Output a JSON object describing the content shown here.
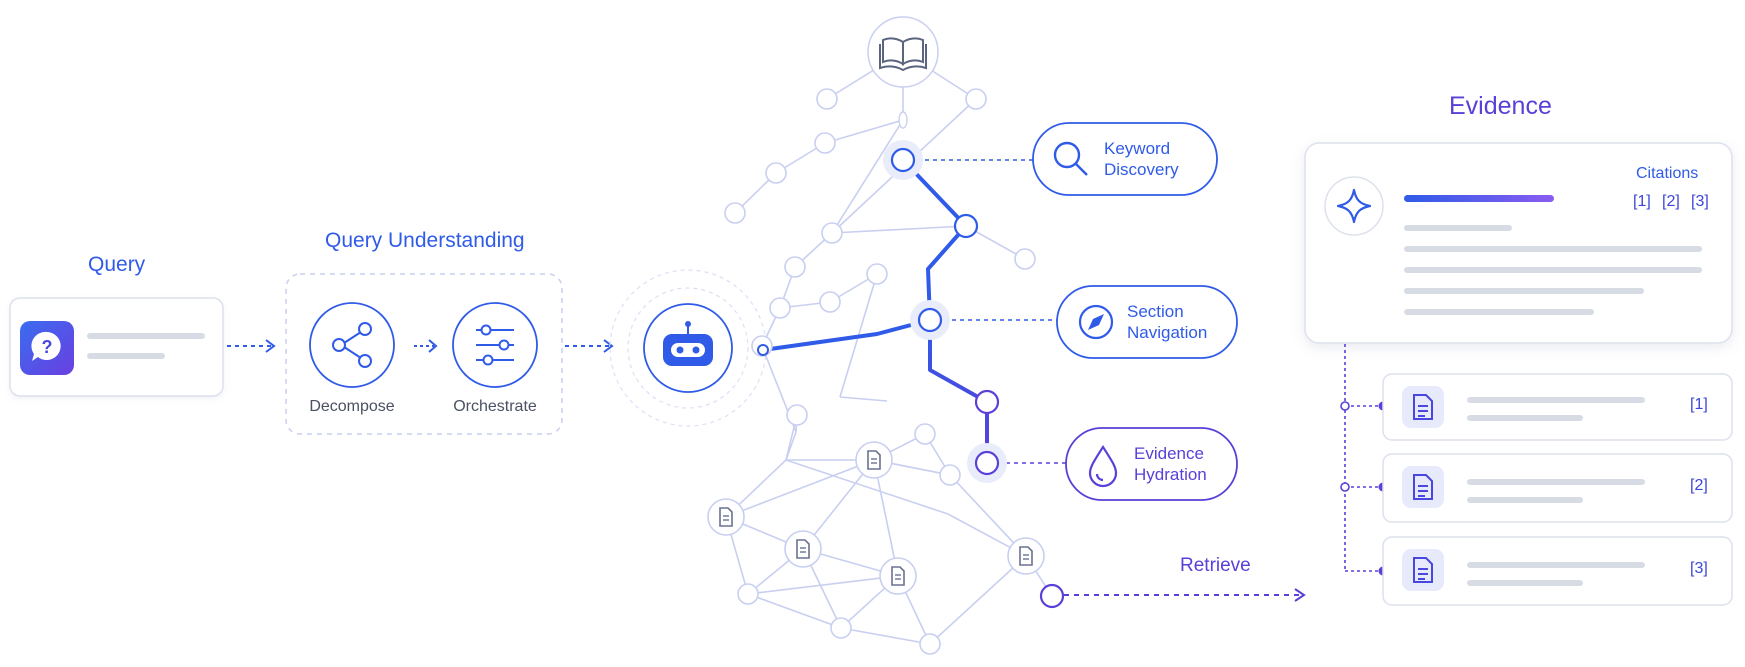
{
  "colors": {
    "blue": "#2f5be8",
    "purple": "#5a3fd8",
    "graph_light": "#c9cff0",
    "card_border": "#dde1ec",
    "placeholder_gray": "#d7dbe4"
  },
  "query": {
    "title": "Query",
    "icon": "question-chat-icon"
  },
  "understanding": {
    "title": "Query Understanding",
    "decompose_label": "Decompose",
    "orchestrate_label": "Orchestrate",
    "decompose_icon": "share-nodes-icon",
    "orchestrate_icon": "sliders-icon"
  },
  "agent": {
    "icon": "robot-icon"
  },
  "graph": {
    "root_icon": "open-book-icon",
    "document_icon": "document-icon"
  },
  "actions": {
    "keyword": {
      "line1": "Keyword",
      "line2": "Discovery",
      "icon": "search-icon"
    },
    "section": {
      "line1": "Section",
      "line2": "Navigation",
      "icon": "compass-icon"
    },
    "hydration": {
      "line1": "Evidence",
      "line2": "Hydration",
      "icon": "droplet-icon"
    }
  },
  "retrieve_label": "Retrieve",
  "evidence": {
    "title": "Evidence",
    "icon": "sparkle-icon",
    "citations_title": "Citations",
    "citation_refs": [
      "[1]",
      "[2]",
      "[3]"
    ],
    "rows": [
      {
        "ref": "[1]",
        "icon": "document-icon"
      },
      {
        "ref": "[2]",
        "icon": "document-icon"
      },
      {
        "ref": "[3]",
        "icon": "document-icon"
      }
    ]
  }
}
